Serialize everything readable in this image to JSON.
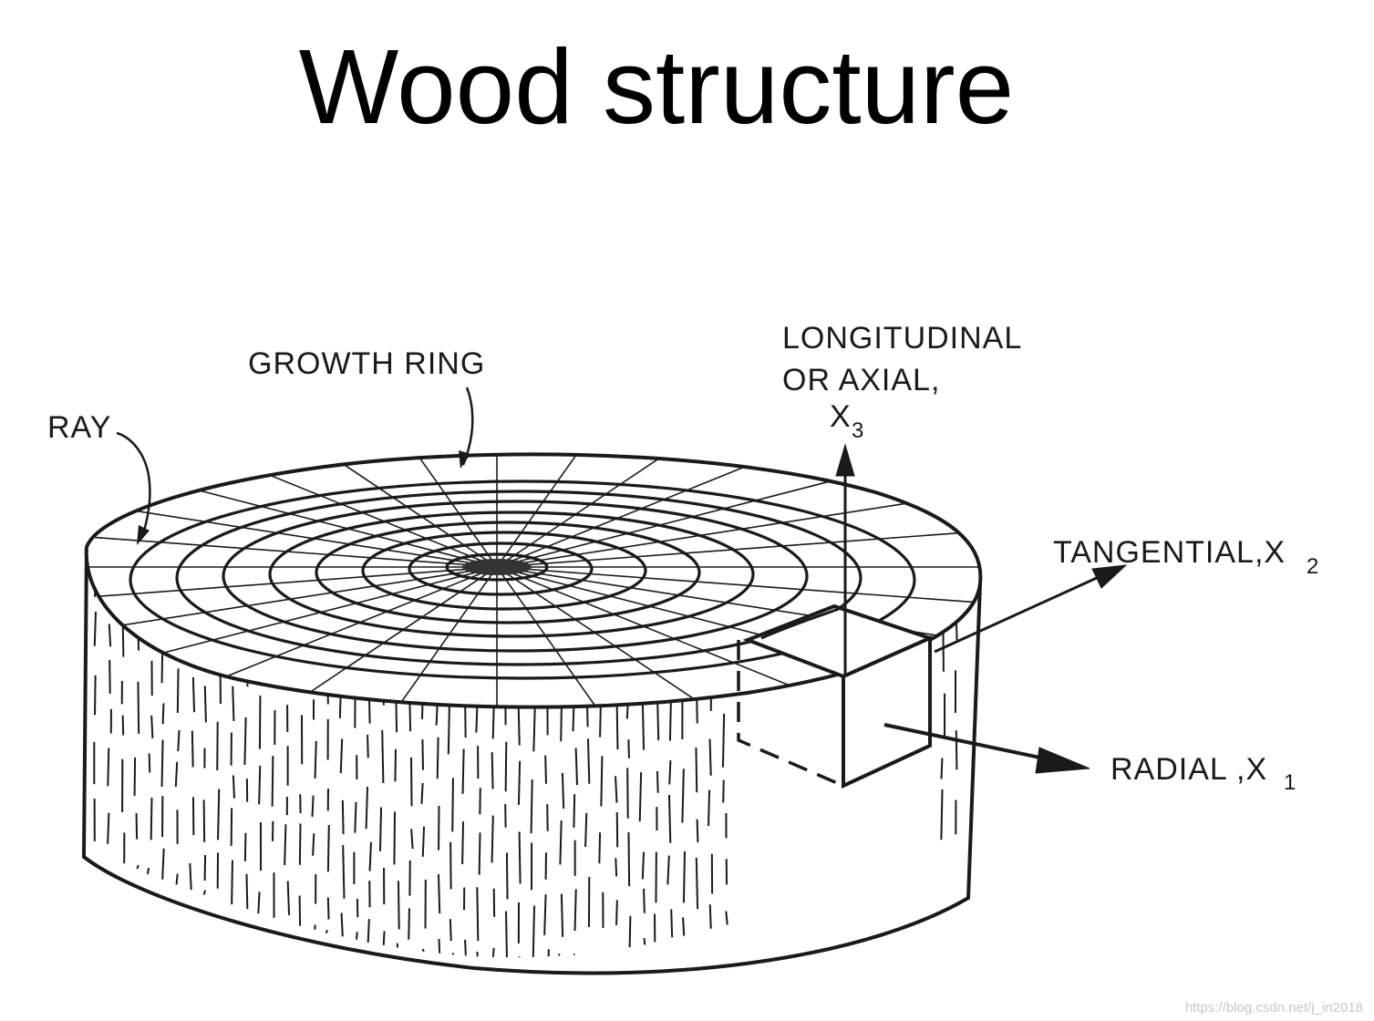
{
  "title": "Wood structure",
  "labels": {
    "ray": "RAY",
    "growth_ring": "GROWTH RING",
    "longitudinal_line1": "LONGITUDINAL",
    "longitudinal_line2": "OR AXIAL,",
    "longitudinal_var": "X",
    "longitudinal_sub": "3",
    "tangential": "TANGENTIAL,X",
    "tangential_sub": "2",
    "radial": "RADIAL ,X",
    "radial_sub": "1"
  },
  "watermark": "https://blog.csdn.net/j_in2018",
  "colors": {
    "ink": "#1a1a1a",
    "background": "#ffffff",
    "watermark": "#c8c8c8"
  }
}
